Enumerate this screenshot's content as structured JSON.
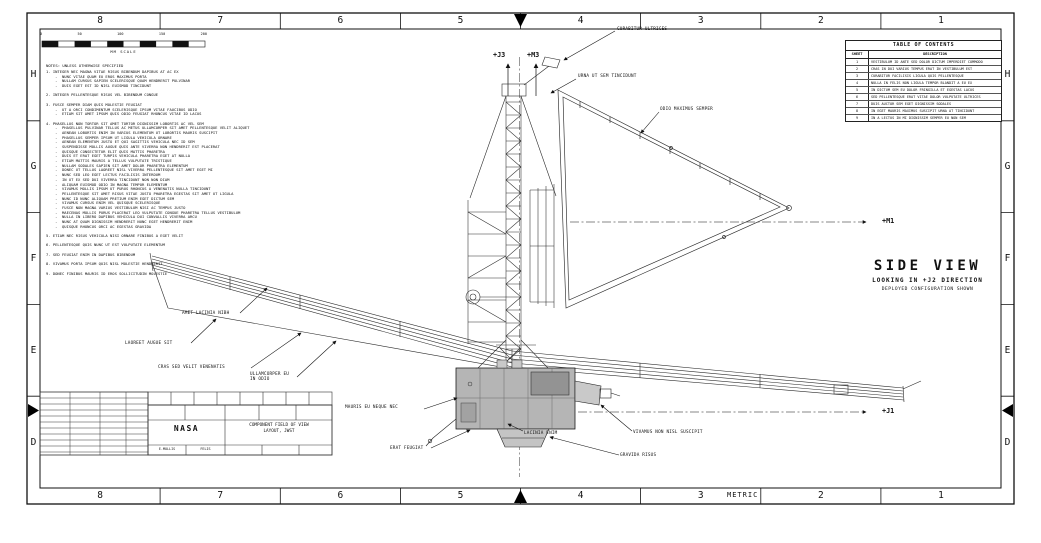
{
  "grid": {
    "top_numbers": [
      "8",
      "7",
      "6",
      "5",
      "4",
      "3",
      "2",
      "1"
    ],
    "bottom_numbers": [
      "8",
      "7",
      "6",
      "5",
      "4",
      "3",
      "2",
      "1"
    ],
    "left_letters": [
      "H",
      "G",
      "F",
      "E",
      "D"
    ],
    "right_letters": [
      "H",
      "G",
      "F",
      "E",
      "D"
    ],
    "metric_label": "METRIC"
  },
  "scale_bar": {
    "title": "MM SCALE",
    "ticks": [
      "0",
      "50",
      "100",
      "150",
      "200"
    ]
  },
  "toc": {
    "title": "TABLE OF CONTENTS",
    "col_sheet": "SHEET",
    "col_desc": "DESCRIPTION",
    "rows": [
      {
        "num": "1",
        "desc": "VESTIBULUM ID ANTE SED DOLOR DICTUM IMPERDIET COMMODO"
      },
      {
        "num": "2",
        "desc": "CRAS IN DUI VARIUS TEMPUS ERAT IN VESTIBULUM EST"
      },
      {
        "num": "3",
        "desc": "CURABITUR FACILISIS LIGULA QUIS PELLENTESQUE"
      },
      {
        "num": "4",
        "desc": "NULLA IN FELIS NON LIGULA TEMPOR BLANDIT A EU EX"
      },
      {
        "num": "5",
        "desc": "IN DICTUM SEM EU DOLOR FRINGILLA ET EGESTAS LACUS"
      },
      {
        "num": "6",
        "desc": "SED PELLENTESQUE ERAT VITAE DOLOR VULPUTATE ULTRICES"
      },
      {
        "num": "7",
        "desc": "DUIS AUCTOR SEM EGET DIGNISSIM SODALES"
      },
      {
        "num": "8",
        "desc": "IN EGET MAURIS MAXIMUS SUSCIPIT URNA AT TINCIDUNT"
      },
      {
        "num": "9",
        "desc": "IN A LECTUS IN MI DIGNISSIM SEMPER EU NON SEM"
      }
    ]
  },
  "notes": {
    "header": "NOTES: UNLESS OTHERWISE SPECIFIED",
    "lines": [
      "1. INTEGER NEC MAGNA VITAE RISUS BIBENDUM DAPIBUS AT AC EX",
      "    -  NUNC VITAE QUAM EU EROS MAXIMUS PORTA",
      "    -  NULLAM CURSUS SAPIEN SCELERISQUE QUAM HENDRERIT PULVINAR",
      "    -  DUIS EGET EST ID NISL EUISMOD TINCIDUNT",
      "",
      "2. INTEGER PELLENTESQUE RISUS VEL BIBENDUM CONGUE",
      "",
      "3. FUSCE SEMPER DIAM QUIS MOLESTIE FEUGIAT",
      "    -  UT A ORCI CONDIMENTUM SCELERISQUE IPSUM VITAE FAUCIBUS ODIO",
      "    -  ETIAM SIT AMET IPSUM QUIS ODIO FEUGIAT RHONCUS VITAE ID LACUS",
      "",
      "4. PHASELLUS NON TORTOR SIT AMET TORTOR DIGNISSIM LOBORTIS AC VEL SEM",
      "    -  PHASELLUS PULVINAR TELLUS AC METUS ULLAMCORPER SIT AMET PELLENTESQUE VELIT ALIQUET",
      "    -  AENEAN LOBORTIS ENIM IN VARIUS ELEMENTUM UT LOBORTIS MAURIS SUSCIPIT",
      "    -  PHASELLUS SEMPER IPSUM UT LIGULA VEHICULA ORNARE",
      "    -  AENEAN ELEMENTUM JUSTO ET QUI SAGITTIS VEHICULA NEC ID SEM",
      "    -  SUSPENDISSE MOLLIS AUGUE QUIS ANTE VIVERRA NON HENDRERIT EST PLACERAT",
      "    -  QUISQUE CONSECTETUR ELIT QUIS MATTIS PHARETRA",
      "    -  DUIS ET ERAT EGET TURPIS VEHICULA PHARETRA EGET AT NULLA",
      "    -  ETIAM MATTIS MAURIS A TELLUS VULPUTATE TRISTIQUE",
      "    -  NULLAM SODALES SAPIEN SIT AMET DOLOR PHARETRA ELEMENTUM",
      "    -  DONEC UT TELLUS LAOREET NISL VIVERRA PELLENTESQUE SIT AMET EGET MI",
      "    -  NUNC SED LEO EGET LECTUS FACILISIS INTERDUM",
      "    -  IN UT EX SED DUI VIVERRA TINCIDUNT NON NON DIAM",
      "    -  ALIQUAM EUISMOD ODIO IN MAGNA TEMPOR ELEMENTUM",
      "    -  VIVAMUS MOLLIS IPSUM UT PURUS RHONCUS A VENENATIS NULLA TINCIDUNT",
      "    -  PELLENTESQUE SIT AMET RISUS VITAE JUSTO PHARETRA EGESTAS SIT AMET UT LIGULA",
      "    -  NUNC ID NUNC ALIQUAM PRETIUM ENIM EGET DICTUM SEM",
      "    -  VIVAMUS CURSUS ENIM VEL QUISQUE SCELERISQUE",
      "    -  FUSCE NON MAGNA VARIUS VESTIBULUM NISI AC TEMPUS JUSTO",
      "    -  MAECENAS MOLLIS PURUS PLACERAT LEO VULPUTATE CONGUE PHARETRA TELLUS VESTIBULUM",
      "    -  NULLA IN LIBERO DAPIBUS VEHICULA DUI CONVALLIS VIVERRA ARCU",
      "    -  NUNC AT QUAM DIGNISSIM HENDRERIT NUNC EGET HENDRERIT ENIM",
      "    -  QUISQUE RHONCUS ORCI AC EGESTAS GRAVIDA",
      "",
      "5. ETIAM NEC RISUS VEHICULA NISI ORNARE FINIBUS A EGET VELIT",
      "",
      "6. PELLENTESQUE QUIS NUNC UT EST VULPUTATE ELEMENTUM",
      "",
      "7. SED FEUGIAT ENIM IN DAPIBUS BIBENDUM",
      "",
      "8. VIVAMUS PORTA IPSUM QUIS NISL MOLESTIE HENDRERIT",
      "",
      "9. DONEC FINIBUS MAURIS ID EROS SOLLICITUDIN MOLESTIE"
    ]
  },
  "callouts": {
    "curabitur_ultrices": "CURABITUR ULTRICES",
    "urna_ut_sem_tincidunt": "URNA UT SEM TINCIDUNT",
    "odio_maximus_semper": "ODIO MAXIMUS SEMPER",
    "amet_lacinia_nibh": "AMET LACINIA NIBH",
    "laoreet_augue_sit": "LAOREET AUGUE SIT",
    "cras_sed_velit_venenatis": "CRAS SED VELIT VENENATIS",
    "ullamcorper_eu_in_odio": "ULLAMCORPER EU\nIN ODIO",
    "mauris_eu_neque_nec": "MAURIS EU NEQUE NEC",
    "lacinia_enim": "LACINIA ENIM",
    "erat_feugiat": "ERAT FEUGIAT",
    "vivamus_non_nisl_suscipit": "VIVAMUS NON NISL SUSCIPIT",
    "gravida_risus": "GRAVIDA RISUS"
  },
  "axes": {
    "j3": "+J3",
    "m3": "+M3",
    "m1": "+M1",
    "j1": "+J1"
  },
  "view_title": {
    "main": "SIDE VIEW",
    "sub1": "LOOKING IN +J2 DIRECTION",
    "sub2": "DEPLOYED CONFIGURATION SHOWN"
  },
  "title_block": {
    "agency": "NASA",
    "drawing_title": "COMPONENT FIELD OF VIEW\nLAYOUT, JWST",
    "drawn_by": "E.MOLLIS",
    "checked_by": "FELIS"
  },
  "colors": {
    "line": "#2b2b2b",
    "bus_fill": "#b5b5b5"
  }
}
